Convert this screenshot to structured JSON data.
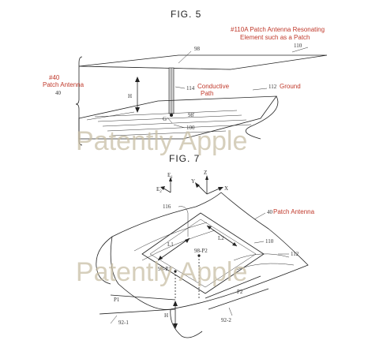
{
  "fig5": {
    "title": "FIG. 5",
    "patch_label": "#110A Patch Antenna Resonating",
    "patch_label_line2": "Element such as a Patch",
    "ref_110": "110",
    "ref_98": "98",
    "antenna_label_ref": "#40",
    "antenna_label": "Patch Antenna",
    "ref_40": "40",
    "ref_114": "114",
    "conductive_label": "Conductive",
    "conductive_label_line2": "Path",
    "ground_ref": "112",
    "ground_label": "Ground",
    "ref_H": "H",
    "ref_98p": "98'",
    "ref_G": "G",
    "ref_100": "100"
  },
  "fig7": {
    "title": "FIG. 7",
    "ref_E1": "E",
    "ref_E1_sub": "1",
    "ref_E2": "E",
    "ref_E2_sub": "2",
    "ref_Y": "Y",
    "ref_Z": "Z",
    "ref_X": "X",
    "ref_116": "116",
    "antenna_ref": "40",
    "antenna_label": "Patch Antenna",
    "ref_L2": "L2",
    "ref_L1": "L1",
    "ref_110": "110",
    "ref_98P2": "98-P2",
    "ref_98P1": "98-P1",
    "ref_112": "112",
    "ref_P1": "P1",
    "ref_P2": "P2",
    "ref_H": "H",
    "ref_92_1": "92-1",
    "ref_92_2": "92-2"
  },
  "watermark": "Patently Apple"
}
